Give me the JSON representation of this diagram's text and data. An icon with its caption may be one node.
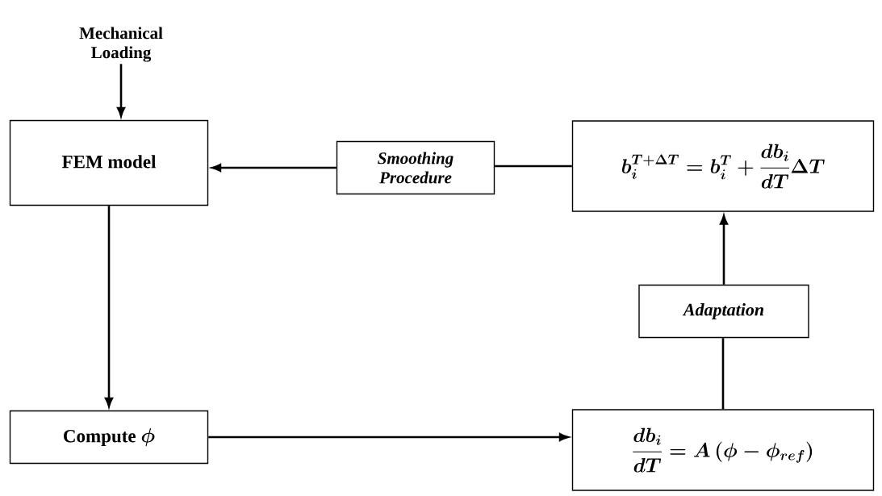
{
  "diagram": {
    "nodes": [
      {
        "text": [
          "Mechanical Loading"
        ]
      },
      {
        "text": [
          "FEM model"
        ]
      },
      {
        "text": [
          "Smoothing Procedure"
        ]
      },
      {
        "text": [
          "b_i^{T+\\Delta T} = b_i^{T} + \\frac{db_i}{dT}\\Delta T"
        ]
      },
      {
        "text": [
          "Adaptation"
        ]
      },
      {
        "text": [
          "Compute",
          "\\phi"
        ]
      },
      {
        "text": [
          "\\frac{db_i}{dT} = A\\left(\\phi - \\phi_{ref}\\right)"
        ]
      }
    ],
    "edges": [
      {
        "from": 0,
        "to": 1,
        "arrow": "to"
      },
      {
        "from": 3,
        "to": 2,
        "arrow": "none"
      },
      {
        "from": 2,
        "to": 1,
        "arrow": "to"
      },
      {
        "from": 1,
        "to": 5,
        "arrow": "to"
      },
      {
        "from": 5,
        "to": 6,
        "arrow": "to"
      },
      {
        "from": 6,
        "to": 4,
        "arrow": "none"
      },
      {
        "from": 4,
        "to": 3,
        "arrow": "to"
      }
    ]
  }
}
